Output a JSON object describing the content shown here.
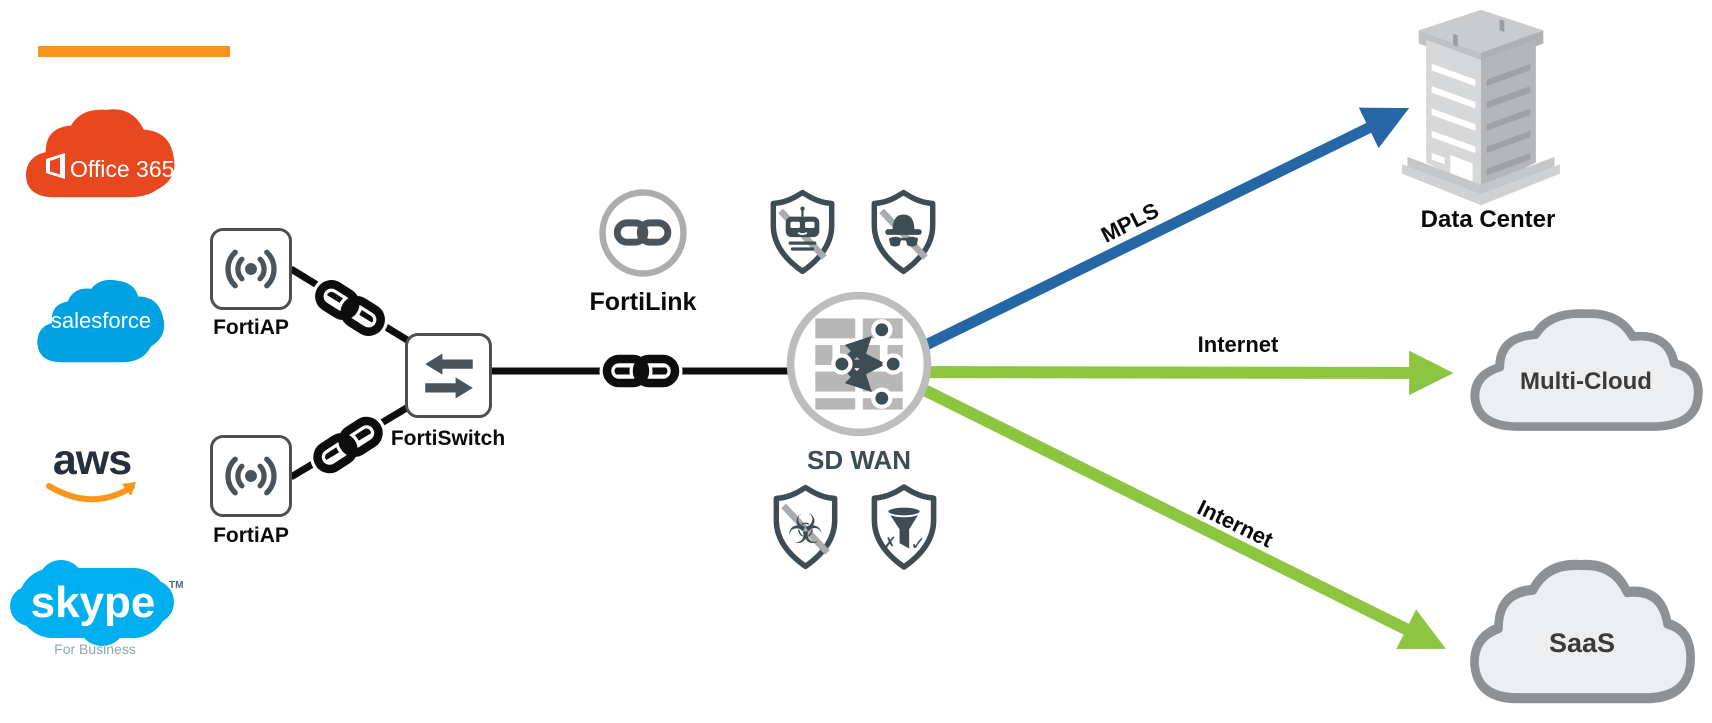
{
  "apps": {
    "office365": {
      "name": "Office 365",
      "color": "#E8481F"
    },
    "salesforce": {
      "name": "salesforce",
      "color": "#00A1E0"
    },
    "aws": {
      "name": "aws",
      "text_color": "#252F3E",
      "smile_color": "#F7981D"
    },
    "skype": {
      "name": "skype",
      "trademark": "TM",
      "tagline": "For Business",
      "color": "#00AFF0"
    }
  },
  "nodes": {
    "fortiap_top": {
      "label": "FortiAP"
    },
    "fortiap_bottom": {
      "label": "FortiAP"
    },
    "fortiswitch": {
      "label": "FortiSwitch"
    },
    "fortilink": {
      "label": "FortiLink"
    },
    "sdwan": {
      "label": "SD WAN"
    }
  },
  "security_shields": [
    {
      "icon": "blocked-bot-shield-icon"
    },
    {
      "icon": "blocked-intruder-shield-icon"
    },
    {
      "icon": "blocked-biohazard-shield-icon"
    },
    {
      "icon": "content-filter-shield-icon"
    }
  ],
  "wan_links": [
    {
      "label": "MPLS",
      "color": "#2566A5",
      "destination": "Data Center"
    },
    {
      "label": "Internet",
      "color": "#8CC640",
      "destination": "Multi-Cloud"
    },
    {
      "label": "Internet",
      "color": "#8CC640",
      "destination": "SaaS"
    }
  ],
  "destinations": {
    "data_center": {
      "label": "Data Center"
    },
    "multi_cloud": {
      "label": "Multi-Cloud"
    },
    "saas": {
      "label": "SaaS"
    }
  },
  "colors": {
    "accent_bar_orange": "#F7941E",
    "link_black": "#0d0d0d",
    "icon_slate": "#3E4D54",
    "ring_gray": "#BDBDBD",
    "brick_gray": "#B7B7B7",
    "cloud_fill": "#ECEEEF",
    "cloud_stroke": "#8E9193"
  }
}
